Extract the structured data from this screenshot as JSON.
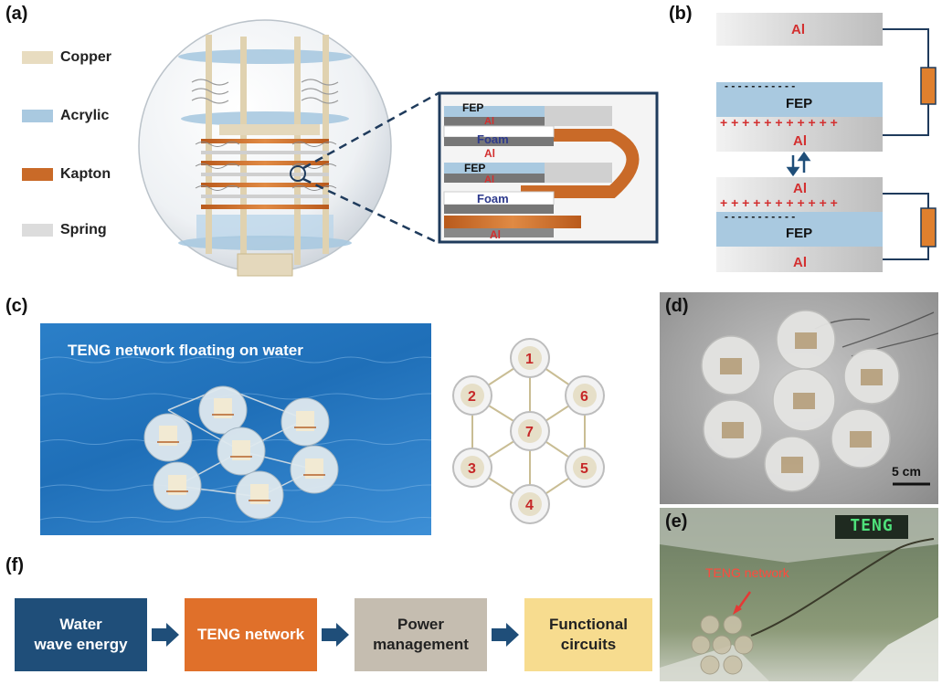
{
  "panels": {
    "a": "(a)",
    "b": "(b)",
    "c": "(c)",
    "d": "(d)",
    "e": "(e)",
    "f": "(f)"
  },
  "legend": [
    {
      "label": "Copper",
      "color": "#e8dcc0"
    },
    {
      "label": "Acrylic",
      "color": "#a9c9e0"
    },
    {
      "label": "Kapton",
      "color": "#c96a28"
    },
    {
      "label": "Spring",
      "color": "#d8d8d8"
    }
  ],
  "zoom_layers": [
    "FEP",
    "Al",
    "Foam",
    "Al",
    "FEP",
    "Al",
    "Foam",
    "Al"
  ],
  "schematic": {
    "al_top": "Al",
    "fep1": "FEP",
    "al_mid1": "Al",
    "al_mid2": "Al",
    "fep2": "FEP",
    "al_bot": "Al",
    "plus": "+ + + + + + + + + + +",
    "minus": "- - - - - - - - - - -"
  },
  "panel_c": {
    "caption": "TENG network floating on water",
    "nodes": [
      "1",
      "2",
      "3",
      "4",
      "5",
      "6",
      "7"
    ]
  },
  "panel_d": {
    "scalebar": "5 cm"
  },
  "panel_e": {
    "teng_label": "TENG network",
    "sign": "TENG"
  },
  "flow": {
    "steps": [
      {
        "label_1": "Water",
        "label_2": "wave energy",
        "bg": "#1f4e79",
        "fg": "#ffffff"
      },
      {
        "label_1": "TENG network",
        "label_2": "",
        "bg": "#e0702a",
        "fg": "#ffffff"
      },
      {
        "label_1": "Power",
        "label_2": "management",
        "bg": "#c5bdb0",
        "fg": "#222222"
      },
      {
        "label_1": "Functional",
        "label_2": "circuits",
        "bg": "#f7dc8f",
        "fg": "#222222"
      }
    ],
    "arrow_color": "#1f4e79"
  }
}
